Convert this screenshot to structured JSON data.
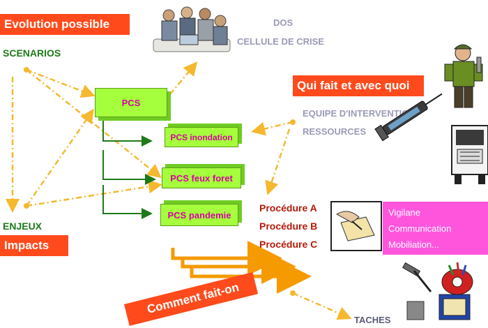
{
  "banners": {
    "evolution": "Evolution possible",
    "qui_fait": "Qui fait et avec quoi",
    "impacts": "Impacts",
    "comment": "Comment fait-on"
  },
  "labels": {
    "scenarios": "SCENARIOS",
    "enjeux": "ENJEUX",
    "dos": "DOS",
    "cellule": "CELLULE DE CRISE",
    "equipe": "EQUIPE D'INTERVENTION",
    "ressources": "RESSOURCES",
    "taches": "TACHES"
  },
  "boxes": {
    "pcs": "PCS",
    "inondation": "PCS inondation",
    "feux": "PCS feux foret",
    "pandemie": "PCS pandemie"
  },
  "procedures": [
    "Procédure A",
    "Procédure B",
    "Procédure C"
  ],
  "actions": [
    "Vigilane",
    "Communication",
    "Mobiliation..."
  ],
  "colors": {
    "banner": "#ff4a1c",
    "box": "#a6ff3c",
    "box_text": "#d400a0",
    "procedure": "#b51a0a",
    "pink": "#ff55dd",
    "dashed": "#f5b82e",
    "orange_arrow": "#f59a00"
  }
}
